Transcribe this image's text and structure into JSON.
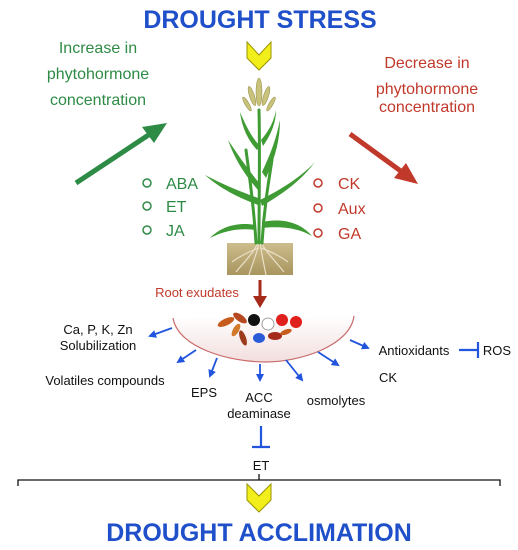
{
  "header": {
    "title": "DROUGHT STRESS"
  },
  "footer": {
    "title": "DROUGHT ACCLIMATION"
  },
  "increase": {
    "heading": [
      "Increase in",
      "phytohormone",
      "concentration"
    ],
    "hormones": [
      "ABA",
      "ET",
      "JA"
    ],
    "color": "#2e8b46"
  },
  "decrease": {
    "heading": [
      "Decrease in",
      "phytohormone",
      "concentration"
    ],
    "hormones": [
      "CK",
      "Aux",
      "GA"
    ],
    "color": "#c0392b"
  },
  "root_exudates": "Root exudates",
  "effects": {
    "solubilization": [
      "Ca, P, K, Zn",
      "Solubilization"
    ],
    "volatiles": "Volatiles compounds",
    "eps": "EPS",
    "acc": [
      "ACC",
      "deaminase"
    ],
    "osmolytes": "osmolytes",
    "ck": "CK",
    "antioxidants": "Antioxidants",
    "ros": "ROS",
    "et": "ET"
  },
  "colors": {
    "title_blue": "#1f4fc9",
    "arrow_blue": "#2255dd",
    "chevron_yellow": "#f2ee1c",
    "leaf_green": "#3f9b34",
    "soil": "#b9a77a"
  }
}
